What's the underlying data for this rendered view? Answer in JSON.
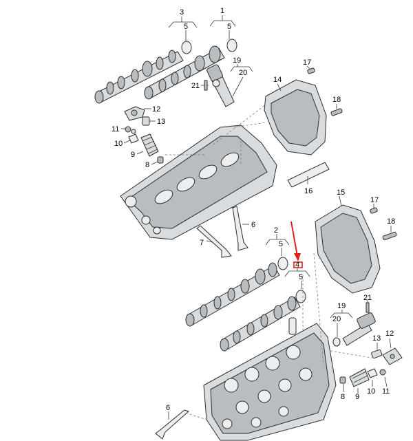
{
  "diagram": {
    "highlight_color": "#e0201b",
    "callouts": {
      "c3": "3",
      "c1": "1",
      "c5a": "5",
      "c5b": "5",
      "c19a": "19",
      "c20a": "20",
      "c17a": "17",
      "c14": "14",
      "c21a": "21",
      "c18a": "18",
      "c12a": "12",
      "c13a": "13",
      "c11a": "11",
      "c10a": "10",
      "c9a": "9",
      "c8a": "8",
      "c16": "16",
      "c15": "15",
      "c17b": "17",
      "c18b": "18",
      "c6a": "6",
      "c7": "7",
      "c2": "2",
      "c5c": "5",
      "c4": "4",
      "c5d": "5",
      "c21b": "21",
      "c19b": "19",
      "c20b": "20",
      "c13b": "13",
      "c12b": "12",
      "c8b": "8",
      "c9b": "9",
      "c10b": "10",
      "c11b": "11",
      "c6b": "6"
    }
  }
}
